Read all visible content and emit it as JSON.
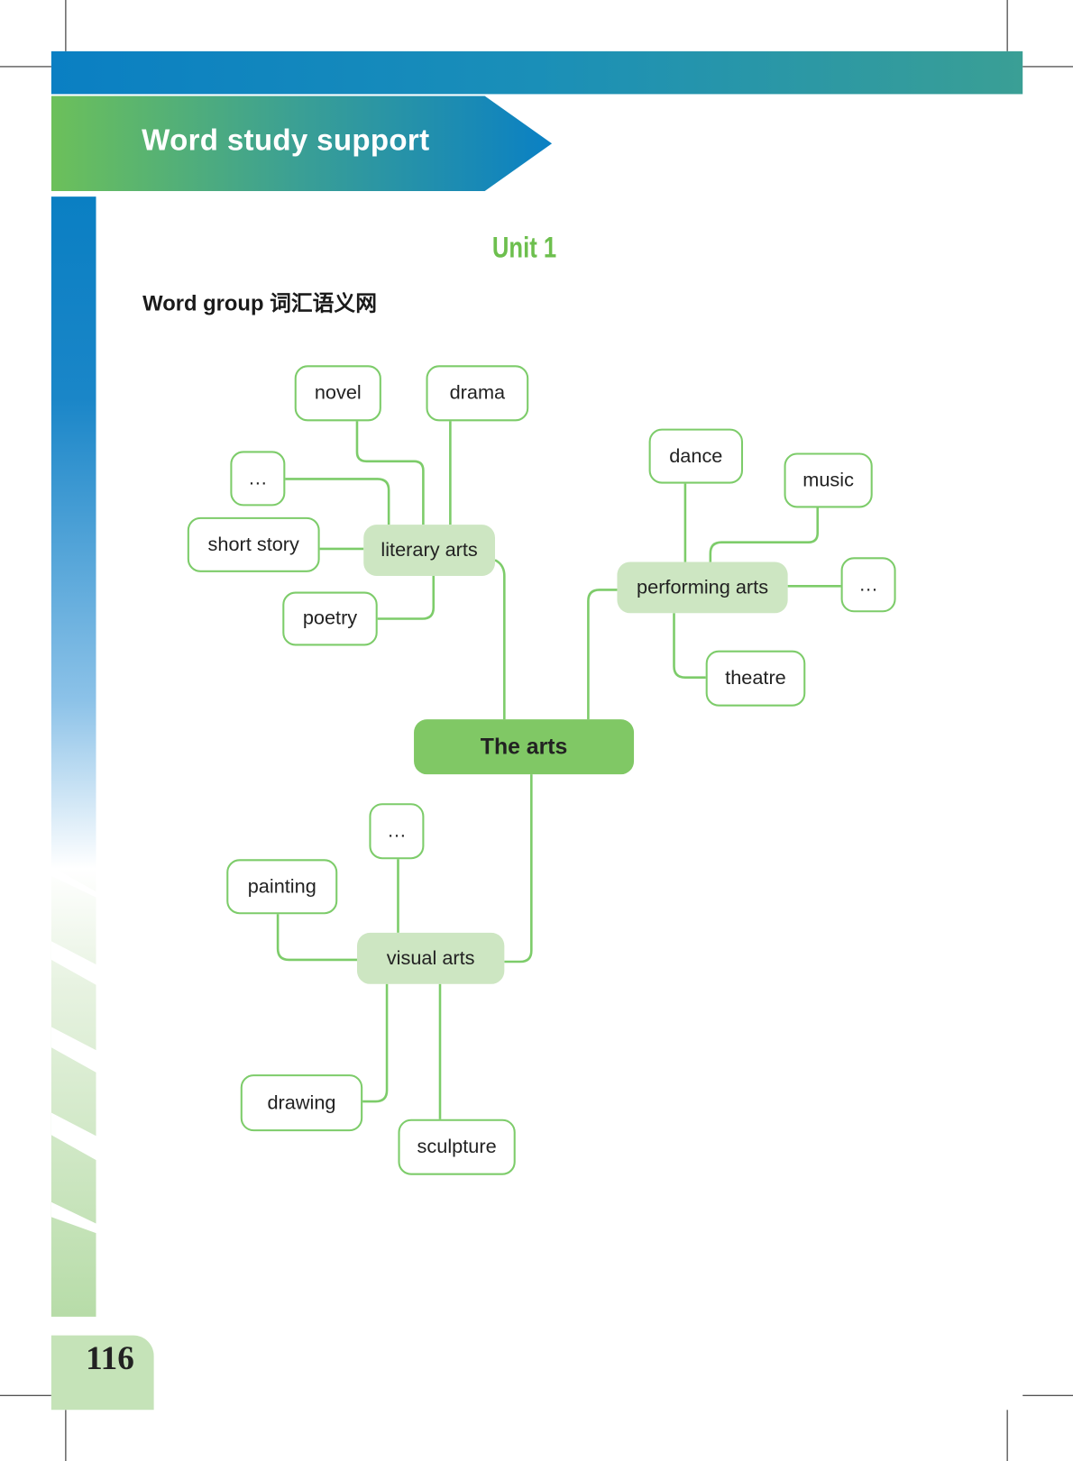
{
  "header": {
    "title": "Word study support",
    "unit": "Unit 1",
    "section": "Word group 词汇语义网"
  },
  "colors": {
    "accent_green": "#6dbf4e",
    "accent_blue": "#0a7fc3",
    "node_border": "#7dcc6a",
    "mid_fill": "#cde6c2",
    "root_fill": "#80c865"
  },
  "mindmap": {
    "root": "The arts",
    "literary": {
      "label": "literary arts",
      "items": [
        "novel",
        "drama",
        "…",
        "short story",
        "poetry"
      ]
    },
    "performing": {
      "label": "performing arts",
      "items": [
        "dance",
        "music",
        "…",
        "theatre"
      ]
    },
    "visual": {
      "label": "visual arts",
      "items": [
        "…",
        "painting",
        "drawing",
        "sculpture"
      ]
    }
  },
  "footer": {
    "page_number": "116"
  }
}
